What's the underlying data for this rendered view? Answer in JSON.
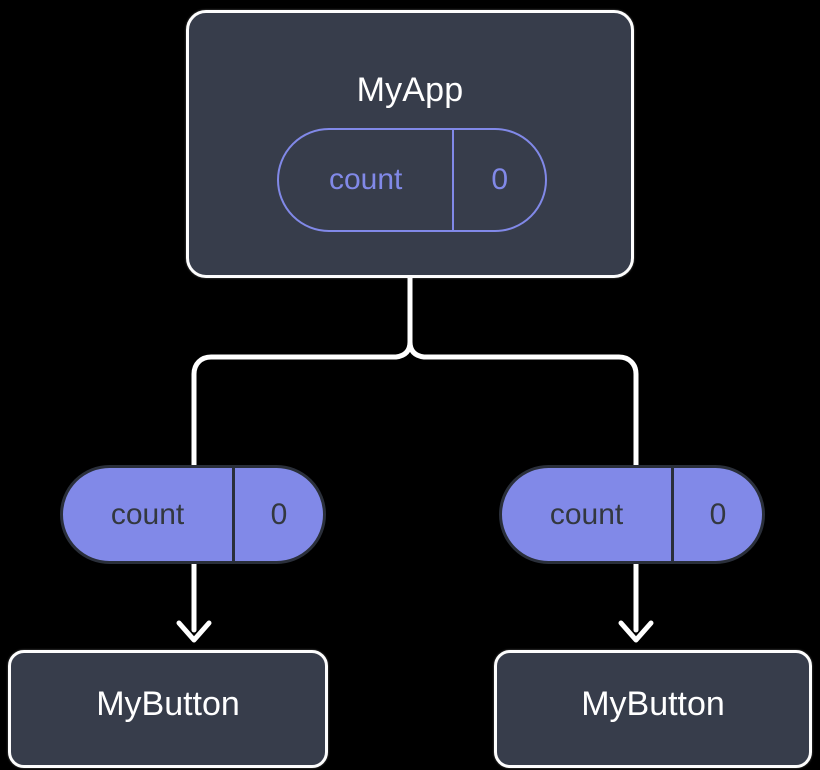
{
  "diagram": {
    "type": "component-tree",
    "background_color": "#000000",
    "palette": {
      "card_fill": "#373d4b",
      "card_border": "#ffffff",
      "pill_accent": "#8189e8",
      "pill_text_dark": "#33383f",
      "connector": "#ffffff"
    },
    "root": {
      "name": "root-component",
      "title": "MyApp",
      "state_pill": {
        "key": "count",
        "value": "0",
        "style": "outlined"
      }
    },
    "branches": [
      {
        "name": "branch-left",
        "state_pill": {
          "key": "count",
          "value": "0",
          "style": "filled"
        },
        "child": {
          "title": "MyButton"
        }
      },
      {
        "name": "branch-right",
        "state_pill": {
          "key": "count",
          "value": "0",
          "style": "filled"
        },
        "child": {
          "title": "MyButton"
        }
      }
    ]
  }
}
